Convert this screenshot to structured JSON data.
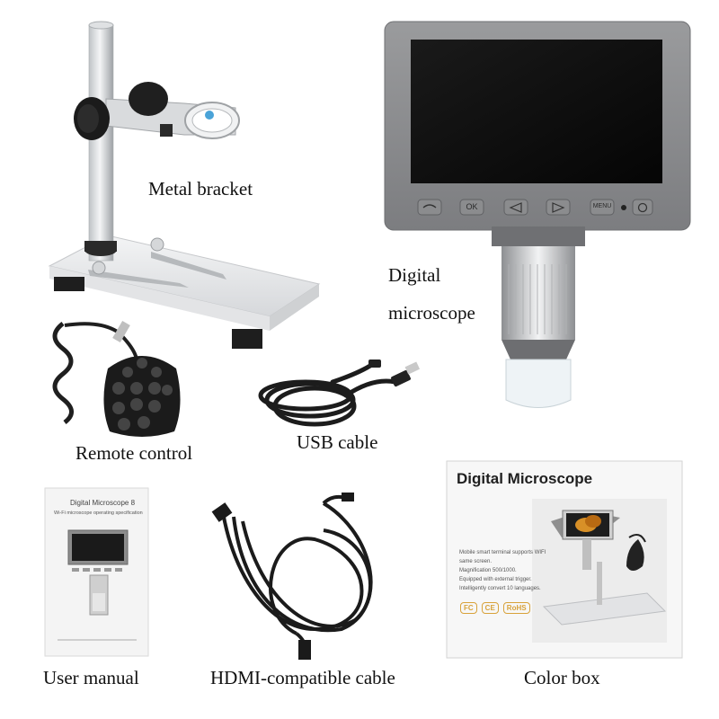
{
  "captions": {
    "metal_bracket": "Metal bracket",
    "digital_microscope_line1": "Digital",
    "digital_microscope_line2": "microscope",
    "remote_control": "Remote control",
    "usb_cable": "USB cable",
    "user_manual": "User manual",
    "hdmi_cable": "HDMI-compatible cable",
    "color_box": "Color box"
  },
  "monitor_buttons": [
    "OK",
    "MENU"
  ],
  "manual": {
    "title": "Digital Microscope 8",
    "subtitle": "Wi-Fi microscope operating specification"
  },
  "box": {
    "title": "Digital Microscope",
    "features": [
      "Mobile smart terminal supports WIFI",
      "same screen.",
      "Magnification 500/1000.",
      "Equipped with external trigger.",
      "Intelligently convert 10 languages."
    ],
    "cert_marks": [
      "FC",
      "CE",
      "RoHS"
    ]
  }
}
